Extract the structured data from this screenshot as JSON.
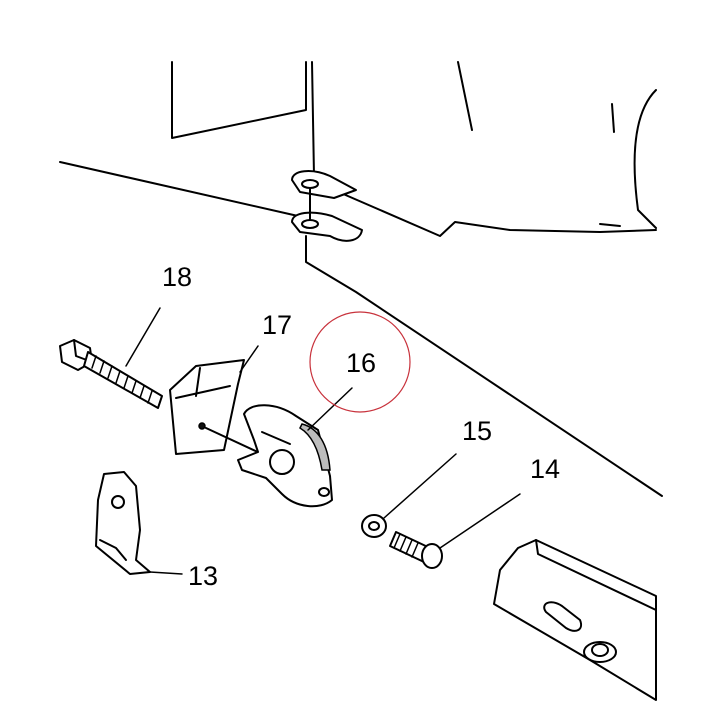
{
  "callouts": {
    "c13": "13",
    "c14": "14",
    "c15": "15",
    "c16": "16",
    "c17": "17",
    "c18": "18"
  },
  "highlight": {
    "label": "16",
    "color": "#c8323c"
  }
}
